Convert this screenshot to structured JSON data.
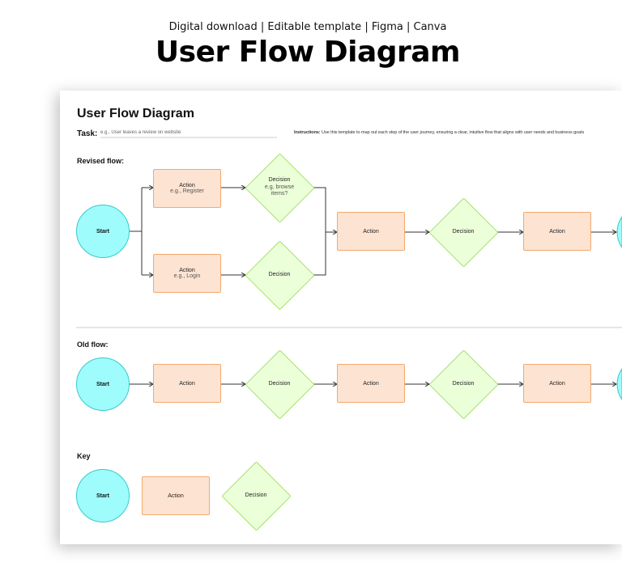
{
  "header": {
    "subtitle": "Digital download | Editable template | Figma | Canva",
    "title": "User Flow Diagram"
  },
  "card": {
    "title": "User Flow Diagram",
    "task_label": "Task:",
    "task_placeholder": "e.g., User leaves a review on website",
    "instructions_label": "Instructions:",
    "instructions_text": "Use this template to map out each step of the user journey, ensuring a clear, intuitive flow that aligns with user needs and business goals"
  },
  "revised": {
    "label": "Revised flow:",
    "start": "Start",
    "action1": {
      "title": "Action",
      "sub": "e.g., Register"
    },
    "decision1": {
      "title": "Decision",
      "sub": "e.g, browse items?"
    },
    "action2": {
      "title": "Action",
      "sub": "e.g., Login"
    },
    "decision2": "Decision",
    "action3": "Action",
    "decision3": "Decision",
    "action4": "Action"
  },
  "old": {
    "label": "Old flow:",
    "start": "Start",
    "action1": "Action",
    "decision1": "Decision",
    "action2": "Action",
    "decision2": "Decision",
    "action3": "Action"
  },
  "key": {
    "label": "Key",
    "start": "Start",
    "action": "Action",
    "decision": "Decision"
  },
  "colors": {
    "start": "#9ffcfc",
    "action": "#fde3d1",
    "decision": "#ebffd9"
  }
}
